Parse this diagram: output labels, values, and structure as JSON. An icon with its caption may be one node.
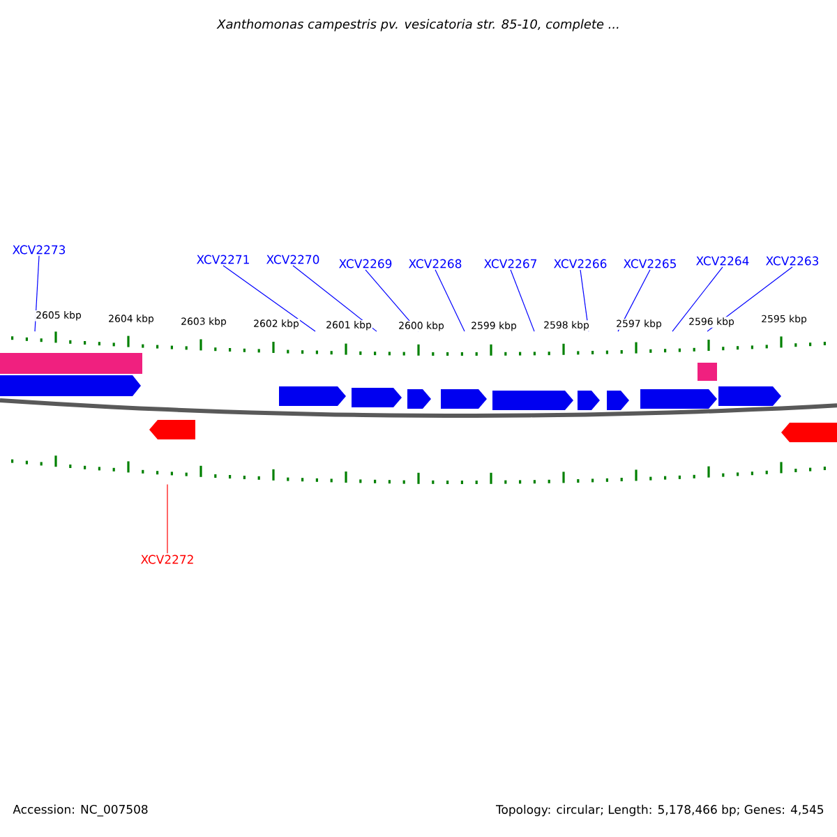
{
  "diagram": {
    "title": "Xanthomonas campestris pv. vesicatoria str. 85-10, complete ...",
    "nodes": [
      {
        "text": [
          "XCV2273"
        ]
      },
      {
        "text": [
          "XCV2271"
        ]
      },
      {
        "text": [
          "XCV2270"
        ]
      },
      {
        "text": [
          "XCV2269"
        ]
      },
      {
        "text": [
          "XCV2268"
        ]
      },
      {
        "text": [
          "XCV2267"
        ]
      },
      {
        "text": [
          "XCV2266"
        ]
      },
      {
        "text": [
          "XCV2265"
        ]
      },
      {
        "text": [
          "XCV2264"
        ]
      },
      {
        "text": [
          "XCV2263"
        ]
      },
      {
        "text": [
          "XCV2272"
        ]
      },
      {
        "text": [],
        "shape": "bar"
      },
      {
        "text": [],
        "shape": "bar"
      }
    ],
    "edges": [
      {
        "from": 0,
        "to": 11,
        "arrow": "none"
      },
      {
        "from": 1,
        "to": 11,
        "arrow": "none"
      },
      {
        "from": 2,
        "to": 11,
        "arrow": "none"
      },
      {
        "from": 3,
        "to": 11,
        "arrow": "none"
      },
      {
        "from": 4,
        "to": 11,
        "arrow": "none"
      },
      {
        "from": 5,
        "to": 11,
        "arrow": "none"
      },
      {
        "from": 6,
        "to": 11,
        "arrow": "none"
      },
      {
        "from": 7,
        "to": 11,
        "arrow": "none"
      },
      {
        "from": 8,
        "to": 11,
        "arrow": "none"
      },
      {
        "from": 9,
        "to": 11,
        "arrow": "none"
      },
      {
        "from": 10,
        "to": 12,
        "arrow": "none",
        "color": "#ff0000"
      }
    ],
    "labels": [
      "2605 kbp",
      "2604 kbp",
      "2603 kbp",
      "2602 kbp",
      "2601 kbp",
      "2600 kbp",
      "2599 kbp",
      "2598 kbp",
      "2597 kbp",
      "2596 kbp",
      "2595 kbp",
      "Accession: NC_007508",
      "Topology: circular; Length: 5,178,466 bp; Genes: 4,545"
    ]
  }
}
